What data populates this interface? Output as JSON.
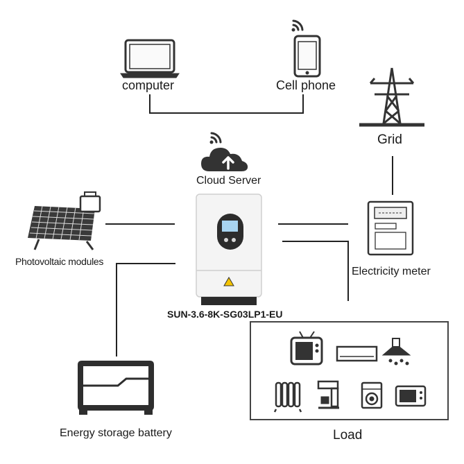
{
  "devices": {
    "computer": "computer",
    "cell_phone": "Cell phone",
    "grid": "Grid",
    "cloud_server": "Cloud Server",
    "photovoltaic": "Photovoltaic modules",
    "electricity_meter": "Electricity meter",
    "inverter_model": "SUN-3.6-8K-SG03LP1-EU",
    "battery": "Energy storage battery",
    "load": "Load"
  },
  "icons": {
    "computer": "laptop-icon",
    "cell_phone": "smartphone-icon",
    "wifi": "wifi-icon",
    "cloud": "cloud-upload-icon",
    "grid": "power-tower-icon",
    "pv": "solar-panel-icon",
    "inverter": "hybrid-inverter-icon",
    "meter": "electricity-meter-icon",
    "battery": "battery-icon",
    "loads": [
      "tv-icon",
      "air-conditioner-icon",
      "range-hood-icon",
      "heater-icon",
      "coffee-machine-icon",
      "washing-machine-icon",
      "microwave-icon"
    ]
  },
  "colors": {
    "line": "#222222",
    "device": "#333333",
    "inverter_body": "#f4f4f4",
    "warning": "#f5c400"
  }
}
